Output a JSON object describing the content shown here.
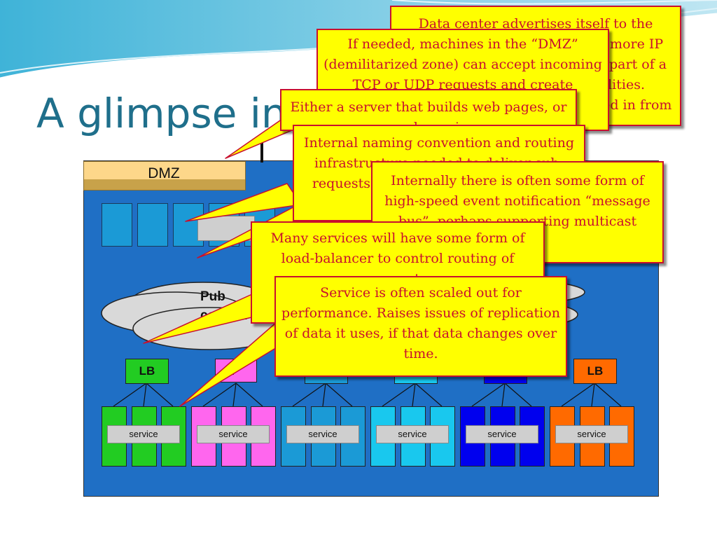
{
  "slide": {
    "title": "A glimpse in"
  },
  "diagram": {
    "dmz_label": "DMZ",
    "cloud_text": "Pub",
    "cloud_text_2": "commu",
    "lb_label": "LB",
    "lb_label_partial": "L",
    "service_label": "service"
  },
  "callouts": [
    {
      "text": "Data center advertises itself to the outside world through one or more IP addresses (“multihoming”) as part of a network of network capabilities. Network connections are routed in from the outside"
    },
    {
      "text": "If needed, machines in the “DMZ” (demilitarized zone) can accept incoming TCP or UDP requests and create “sessions”"
    },
    {
      "text": "Either a server that builds web pages, or a web service"
    },
    {
      "text": "Internal naming convention and routing infrastructure needed to deliver sub-requests to services that will perform them"
    },
    {
      "text": "Internally there is often some form of high-speed event notification “message bus”, perhaps supporting multicast"
    },
    {
      "text": "Many services will have some form of load-balancer to control routing of requests"
    },
    {
      "text": "Service is often scaled out for performance.  Raises issues of replication of data it uses, if that data changes over time."
    }
  ],
  "colors": {
    "callout_fill": "#ffff00",
    "callout_border": "#c8102e",
    "title": "#1f6f8b",
    "datacenter": "#1f6fc5",
    "group1": "#22cc22",
    "group2": "#ff66ee",
    "group3": "#1b9ad6",
    "group4": "#19c8ee",
    "group5": "#0000ee",
    "group6": "#ff6a00"
  }
}
